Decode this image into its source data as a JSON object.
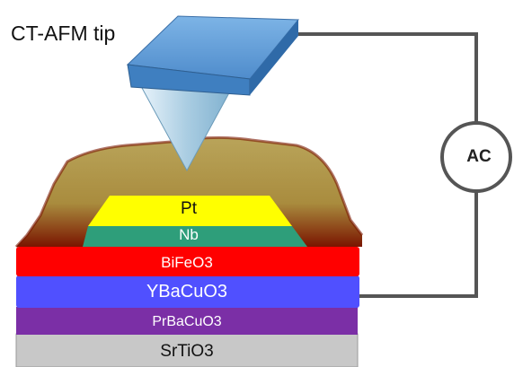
{
  "labels": {
    "tip": "CT-AFM tip",
    "meter": "AC"
  },
  "layers": [
    {
      "name": "Pt",
      "color": "#ffff00"
    },
    {
      "name": "Nb",
      "color": "#2e9e7a"
    },
    {
      "name": "BiFeO3",
      "color": "#ff0000"
    },
    {
      "name": "YBaCuO3",
      "color": "#5050ff"
    },
    {
      "name": "PrBaCuO3",
      "color": "#7b2fa6"
    },
    {
      "name": "SrTiO3",
      "color": "#c8c8c8"
    }
  ],
  "colors": {
    "tip_blue": "#5b9bd5",
    "cone": "#bcd7e6",
    "topography": "#c8b060",
    "topography_edge": "#8a1a00",
    "wire": "#555555"
  }
}
